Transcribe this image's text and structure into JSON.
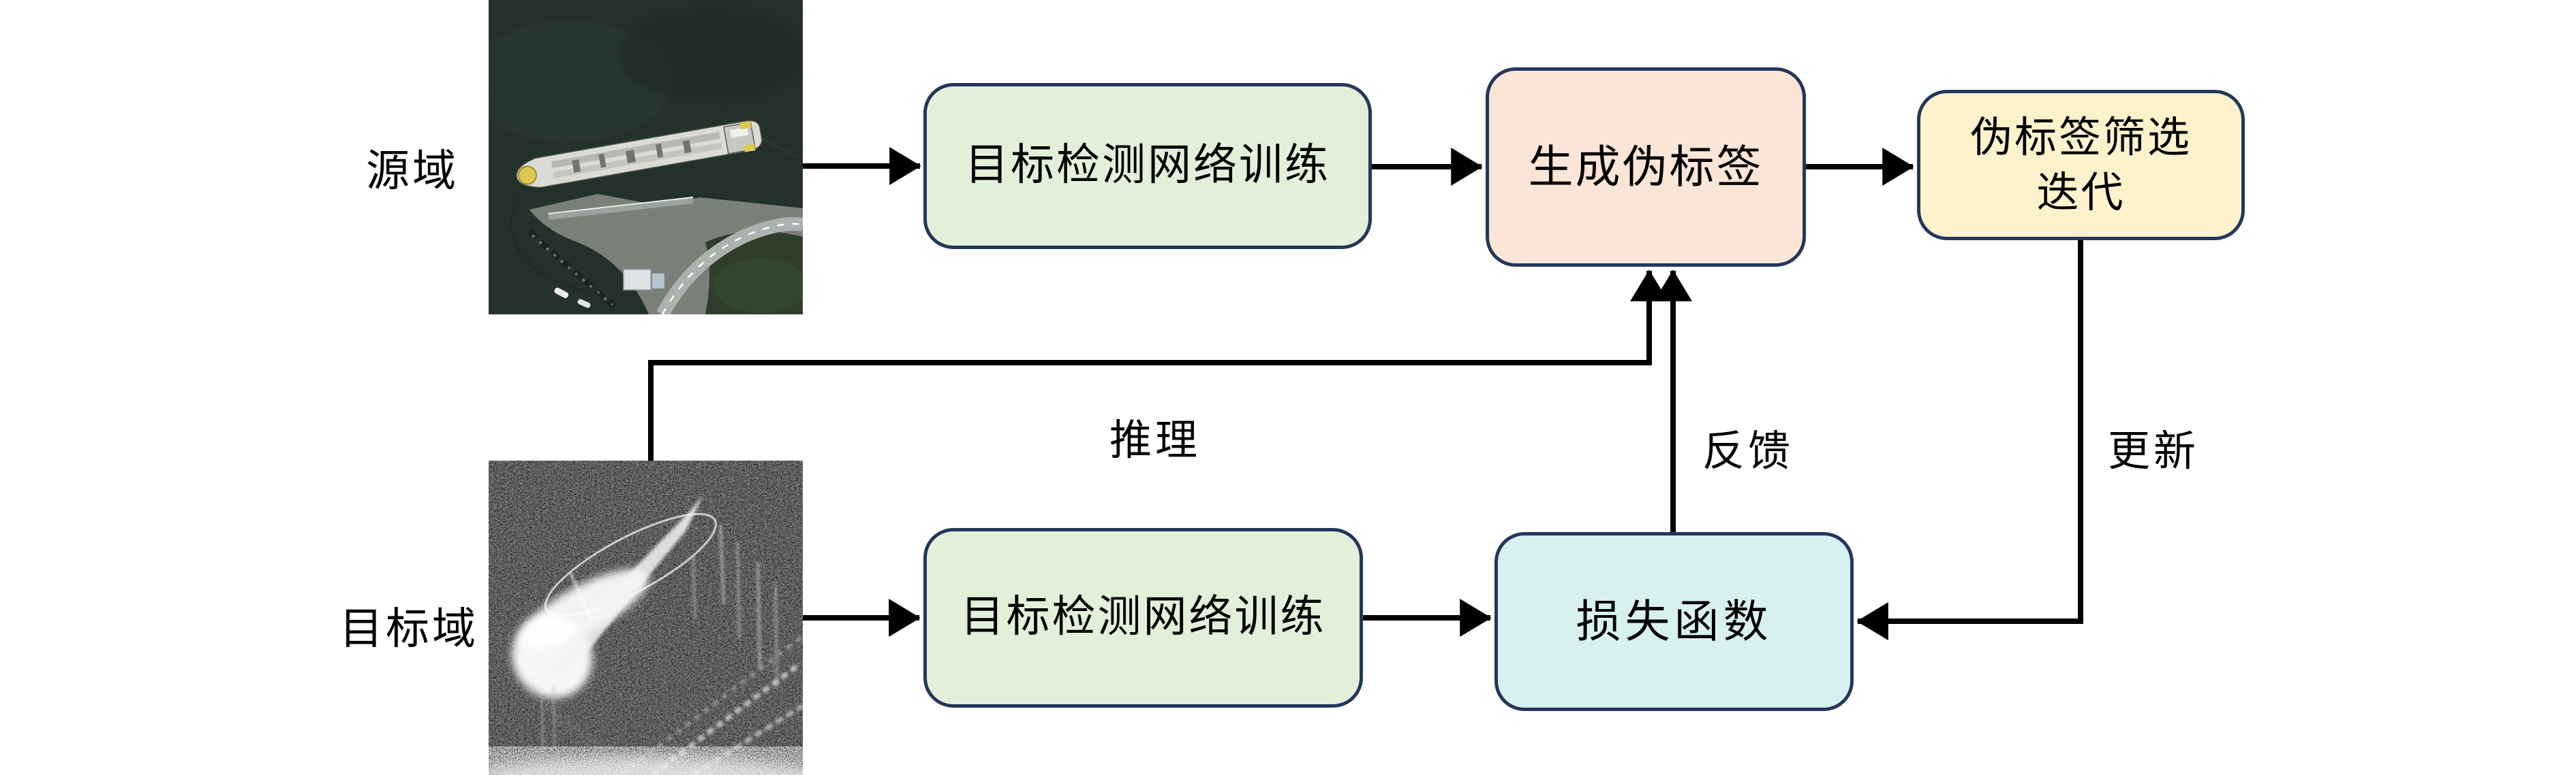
{
  "diagram": {
    "domains": {
      "source": "源域",
      "target": "目标域"
    },
    "nodes": {
      "train_source": {
        "label": "目标检测网络训练",
        "fill": "#e3f0d9"
      },
      "generate_pseudo_labels": {
        "label": "生成伪标签",
        "fill": "#fbe5d6"
      },
      "pseudo_label_filter_iteration": {
        "label": "伪标签筛选迭代",
        "line1": "伪标签筛选",
        "line2": "迭代",
        "fill": "#fdf2cb"
      },
      "train_target": {
        "label": "目标检测网络训练",
        "fill": "#e3f0d9"
      },
      "loss_function": {
        "label": "损失函数",
        "fill": "#d9f0f0"
      }
    },
    "edge_labels": {
      "inference": "推理",
      "feedback": "反馈",
      "update": "更新"
    },
    "edges": [
      {
        "from": "source-domain-photo",
        "to": "train_source",
        "label": ""
      },
      {
        "from": "train_source",
        "to": "generate_pseudo_labels",
        "label": ""
      },
      {
        "from": "generate_pseudo_labels",
        "to": "pseudo_label_filter_iteration",
        "label": ""
      },
      {
        "from": "target-domain-photo",
        "to": "generate_pseudo_labels",
        "label": "推理"
      },
      {
        "from": "target-domain-photo",
        "to": "train_target",
        "label": ""
      },
      {
        "from": "train_target",
        "to": "loss_function",
        "label": ""
      },
      {
        "from": "loss_function",
        "to": "generate_pseudo_labels",
        "label": "反馈"
      },
      {
        "from": "pseudo_label_filter_iteration",
        "to": "loss_function",
        "label": "更新"
      }
    ],
    "colors": {
      "node_border": "#24365b",
      "arrow": "#000000",
      "green_fill": "#e3f0d9",
      "peach_fill": "#fbe5d6",
      "yellow_fill": "#fdf2cb",
      "cyan_fill": "#d9f0f0"
    },
    "images": {
      "source": "optical-satellite-ship-photo",
      "target": "sar-ship-image"
    }
  }
}
